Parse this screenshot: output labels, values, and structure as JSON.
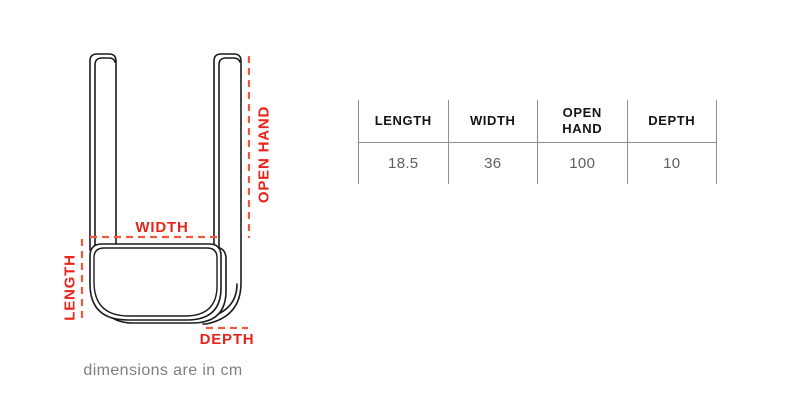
{
  "diagram": {
    "labels": {
      "width": "WIDTH",
      "length": "LENGTH",
      "open_hand": "OPEN HAND",
      "depth": "DEPTH"
    },
    "caption": "dimensions are in cm"
  },
  "table": {
    "columns": [
      {
        "header": "LENGTH",
        "value": "18.5"
      },
      {
        "header": "WIDTH",
        "value": "36"
      },
      {
        "header": "OPEN HAND",
        "value": "100"
      },
      {
        "header": "DEPTH",
        "value": "10"
      }
    ]
  },
  "colors": {
    "dimension_label_red": "#e8231a",
    "dimension_dash_red": "#f0593d",
    "drawing_line": "#1c1c1c",
    "caption_gray": "#7f7f7f",
    "table_border_gray": "#8e8e8e",
    "table_header_black": "#141414",
    "table_value_gray": "#5f5f5f"
  }
}
